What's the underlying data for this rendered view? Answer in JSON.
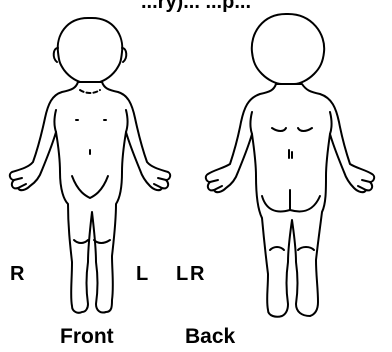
{
  "header": {
    "text": "...ry)... ...p..."
  },
  "labels": {
    "front_right": "R",
    "front_left": "L",
    "back_left": "L",
    "back_right": "R",
    "front_view": "Front",
    "back_view": "Back"
  },
  "figures": {
    "front_name": "front-body-outline",
    "back_name": "back-body-outline",
    "stroke_color": "#000000"
  }
}
